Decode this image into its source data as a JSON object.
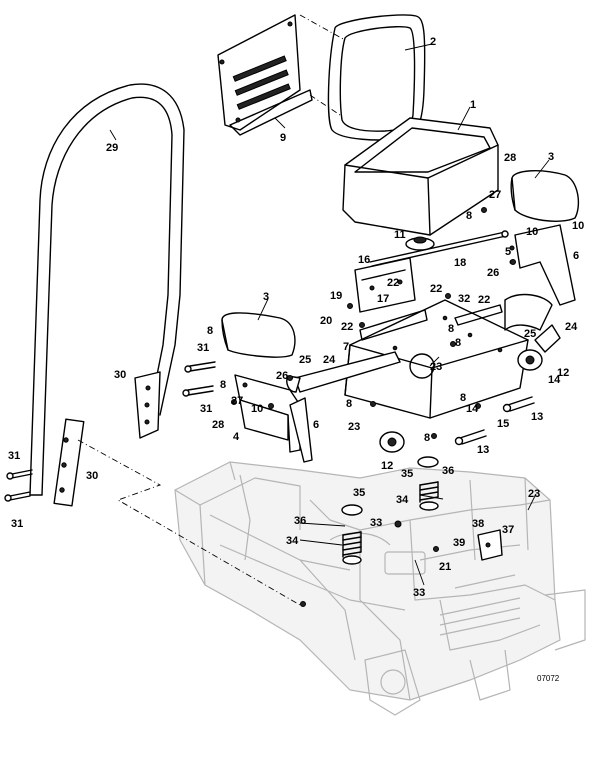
{
  "callouts": {
    "c1": "1",
    "c2": "2",
    "c3a": "3",
    "c3b": "3",
    "c4": "4",
    "c5": "5",
    "c6a": "6",
    "c6b": "6",
    "c7": "7",
    "c8a": "8",
    "c8b": "8",
    "c8c": "8",
    "c8d": "8",
    "c8e": "8",
    "c8f": "8",
    "c8g": "8",
    "c8h": "8",
    "c9": "9",
    "c10a": "10",
    "c10b": "10",
    "c10c": "10",
    "c11": "11",
    "c12a": "12",
    "c12b": "12",
    "c13a": "13",
    "c13b": "13",
    "c14a": "14",
    "c14b": "14",
    "c15": "15",
    "c16": "16",
    "c17": "17",
    "c18": "18",
    "c19": "19",
    "c20": "20",
    "c21": "21",
    "c22a": "22",
    "c22b": "22",
    "c22c": "22",
    "c22d": "22",
    "c23a": "23",
    "c23b": "23",
    "c23c": "23",
    "c24a": "24",
    "c24b": "24",
    "c25a": "25",
    "c25b": "25",
    "c26a": "26",
    "c26b": "26",
    "c27a": "27",
    "c27b": "27",
    "c28a": "28",
    "c28b": "28",
    "c29": "29",
    "c30a": "30",
    "c30b": "30",
    "c31a": "31",
    "c31b": "31",
    "c31c": "31",
    "c31d": "31",
    "c32": "32",
    "c33a": "33",
    "c33b": "33",
    "c34a": "34",
    "c34b": "34",
    "c35a": "35",
    "c35b": "35",
    "c36a": "36",
    "c36b": "36",
    "c37": "37",
    "c38": "38",
    "c39": "39"
  },
  "drawing_ref": "07072"
}
